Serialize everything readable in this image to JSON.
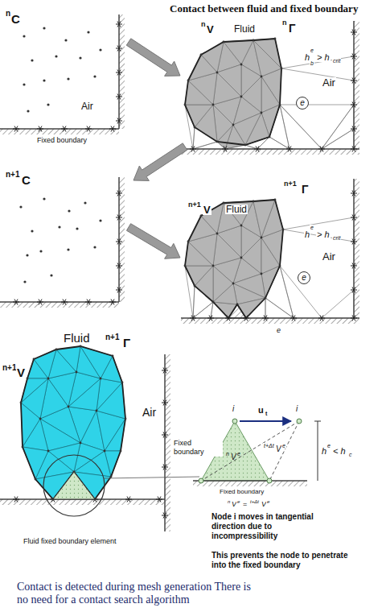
{
  "diagram": {
    "title": "Contact between fluid and fixed boundary",
    "caption": "Contact is detected during mesh generation There is no need for a contact search algorithm",
    "nodes": [
      {
        "text": [
          "e"
        ]
      },
      {
        "text": [
          "e"
        ]
      }
    ],
    "labels": [
      "n",
      "C",
      "Air",
      "Fixed boundary",
      "n",
      "V",
      "Fluid",
      "n",
      "Γ",
      "h",
      "b",
      "e",
      "> h",
      "crit",
      "Air",
      "n+1",
      "C",
      "n+1",
      "V",
      "Fluid",
      "n+1",
      "Γ",
      "h",
      "e",
      "> h",
      "crit",
      "Air",
      "e",
      "n+1",
      "V",
      "Fluid",
      "n+1",
      "Γ",
      "Air",
      "Fixed boundary",
      "Fluid fixed boundary element",
      "i",
      "u",
      "t",
      "i",
      "n",
      "V",
      "e",
      "t+Δt",
      "V",
      "e",
      "h",
      "e",
      "< h",
      "c",
      "Fixed boundary",
      "n",
      "V",
      "e",
      "=",
      "t+Δt",
      "V",
      "e",
      "Node i moves in tangential direction due to incompressibility",
      "This prevents the node to penetrate into the fixed boundary"
    ]
  }
}
